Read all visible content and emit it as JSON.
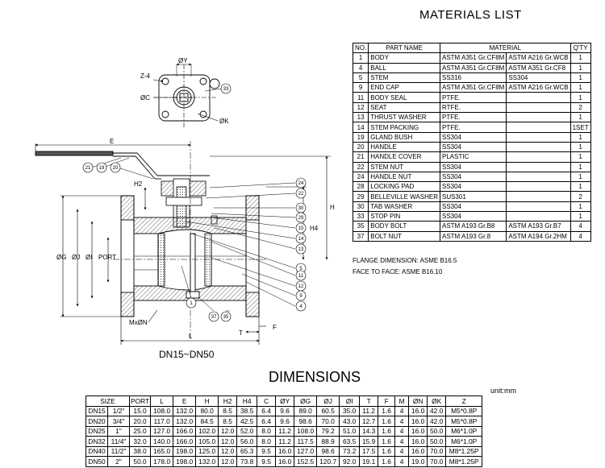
{
  "materials_list": {
    "title": "MATERIALS LIST",
    "headers": {
      "no": "NO.",
      "part": "PART NAME",
      "material": "MATERIAL",
      "qty": "Q'TY"
    },
    "rows": [
      {
        "no": "1",
        "part": "BODY",
        "m1": "ASTM A351 Gr.CF8M",
        "m2": "ASTM A216 Gr.WCB",
        "qty": "1"
      },
      {
        "no": "4",
        "part": "BALL",
        "m1": "ASTM A351 Gr.CF8M",
        "m2": "ASTM A351 Gr.CF8",
        "qty": "1"
      },
      {
        "no": "5",
        "part": "STEM",
        "m1": "SS316",
        "m2": "SS304",
        "qty": "1"
      },
      {
        "no": "9",
        "part": "END CAP",
        "m1": "ASTM A351 Gr.CF8M",
        "m2": "ASTM A216 Gr.WCB",
        "qty": "1"
      },
      {
        "no": "11",
        "part": "BODY SEAL",
        "m1": "PTFE.",
        "m2": "",
        "qty": "1"
      },
      {
        "no": "12",
        "part": "SEAT",
        "m1": "RTFE.",
        "m2": "",
        "qty": "2"
      },
      {
        "no": "13",
        "part": "THRUST WASHER",
        "m1": "PTFE.",
        "m2": "",
        "qty": "1"
      },
      {
        "no": "14",
        "part": "STEM PACKING",
        "m1": "PTFE.",
        "m2": "",
        "qty": "1SET"
      },
      {
        "no": "19",
        "part": "GLAND BUSH",
        "m1": "SS304",
        "m2": "",
        "qty": "1"
      },
      {
        "no": "20",
        "part": "HANDLE",
        "m1": "SS304",
        "m2": "",
        "qty": "1"
      },
      {
        "no": "21",
        "part": "HANDLE COVER",
        "m1": "PLASTIC",
        "m2": "",
        "qty": "1"
      },
      {
        "no": "22",
        "part": "STEM NUT",
        "m1": "SS304",
        "m2": "",
        "qty": "1"
      },
      {
        "no": "24",
        "part": "HANDLE NUT",
        "m1": "SS304",
        "m2": "",
        "qty": "1"
      },
      {
        "no": "28",
        "part": "LOCKING PAD",
        "m1": "SS304",
        "m2": "",
        "qty": "1"
      },
      {
        "no": "29",
        "part": "BELLEVILLE WASHER",
        "m1": "SUS301",
        "m2": "",
        "qty": "2"
      },
      {
        "no": "30",
        "part": "TAB WASHER",
        "m1": "SS304",
        "m2": "",
        "qty": "1"
      },
      {
        "no": "33",
        "part": "STOP PIN",
        "m1": "SS304",
        "m2": "",
        "qty": "1"
      },
      {
        "no": "35",
        "part": "BODY BOLT",
        "m1": "ASTM A193 Gr.B8",
        "m2": "ASTM A193 Gr.B7",
        "qty": "4"
      },
      {
        "no": "37",
        "part": "BOLT NUT",
        "m1": "ASTM A193 Gr.8",
        "m2": "ASTM A194 Gr.2HM",
        "qty": "4"
      }
    ]
  },
  "notes": {
    "flange": "FLANGE DIMENSION: ASME B16.5",
    "face": "FACE TO FACE: ASME B16.10"
  },
  "drawing": {
    "caption": "DN15~DN50",
    "labels": {
      "oy": "ØY",
      "z4": "Z-4",
      "oc": "ØC",
      "ok": "ØK",
      "e": "E",
      "h2": "H2",
      "h": "H",
      "h4": "H4",
      "og": "ØG",
      "oj": "ØJ",
      "oi": "ØI",
      "port": "PORT",
      "mxon": "MxØN",
      "l": "L",
      "t": "T",
      "f": "F"
    },
    "balloons": {
      "b21": "21",
      "b19": "19",
      "b20": "20",
      "b33": "33",
      "b24": "24",
      "b22": "22",
      "b30": "30",
      "b29": "29",
      "b15": "15",
      "b14": "14",
      "b13": "13",
      "b5": "5",
      "b11": "11",
      "b12": "12",
      "b9": "9",
      "b4": "4",
      "b1": "1",
      "b37": "37",
      "b35": "35"
    }
  },
  "dimensions": {
    "title": "DIMENSIONS",
    "unit": "unit:mm",
    "headers": [
      "SIZE",
      "",
      "PORT",
      "L",
      "E",
      "H",
      "H2",
      "H4",
      "C",
      "ØY",
      "ØG",
      "ØJ",
      "ØI",
      "T",
      "F",
      "M",
      "ØN",
      "ØK",
      "Z"
    ],
    "rows": [
      [
        "DN15",
        "1/2\"",
        "15.0",
        "108.0",
        "132.0",
        "80.0",
        "8.5",
        "38.5",
        "6.4",
        "9.6",
        "89.0",
        "60.5",
        "35.0",
        "11.2",
        "1.6",
        "4",
        "16.0",
        "42.0",
        "M5*0.8P"
      ],
      [
        "DN20",
        "3/4\"",
        "20.0",
        "117.0",
        "132.0",
        "84.5",
        "8.5",
        "42.5",
        "6.4",
        "9.6",
        "98.6",
        "70.0",
        "43.0",
        "12.7",
        "1.6",
        "4",
        "16.0",
        "42.0",
        "M5*0.8P"
      ],
      [
        "DN25",
        "1\"",
        "25.0",
        "127.0",
        "166.0",
        "102.0",
        "12.0",
        "52.0",
        "8.0",
        "11.2",
        "108.0",
        "79.2",
        "51.0",
        "14.3",
        "1.6",
        "4",
        "16.0",
        "50.0",
        "M6*1.0P"
      ],
      [
        "DN32",
        "11/4\"",
        "32.0",
        "140.0",
        "166.0",
        "105.0",
        "12.0",
        "56.0",
        "8.0",
        "11.2",
        "117.5",
        "88.9",
        "63.5",
        "15.9",
        "1.6",
        "4",
        "16.0",
        "50.0",
        "M6*1.0P"
      ],
      [
        "DN40",
        "11/2\"",
        "38.0",
        "165.0",
        "198.0",
        "125.0",
        "12.0",
        "65.3",
        "9.5",
        "16.0",
        "127.0",
        "98.6",
        "73.2",
        "17.5",
        "1.6",
        "4",
        "16.0",
        "70.0",
        "M8*1.25P"
      ],
      [
        "DN50",
        "2\"",
        "50.0",
        "178.0",
        "198.0",
        "132.0",
        "12.0",
        "73.8",
        "9.5",
        "16.0",
        "152.5",
        "120.7",
        "92.0",
        "19.1",
        "1.6",
        "4",
        "19.0",
        "70.0",
        "M8*1.25P"
      ]
    ]
  }
}
